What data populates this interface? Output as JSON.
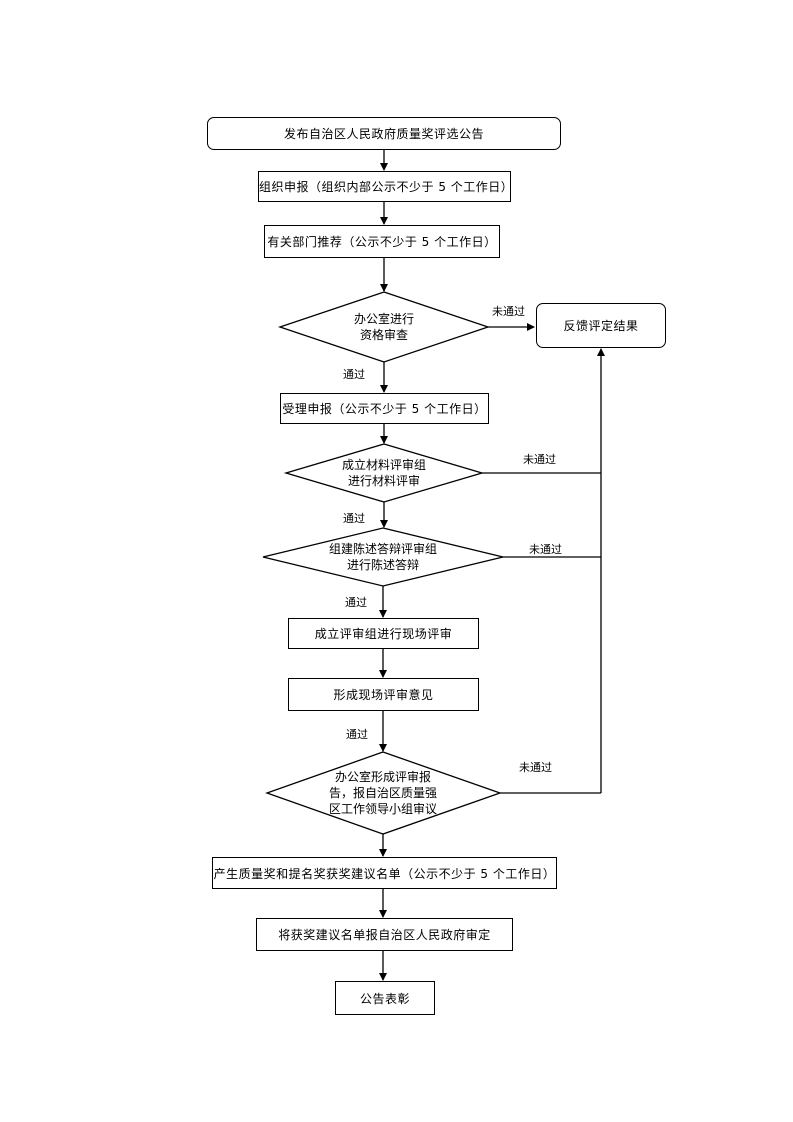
{
  "nodes": {
    "publish": "发布自治区人民政府质量奖评选公告",
    "org_apply": "组织申报（组织内部公示不少于 5 个工作日）",
    "dept_recommend": "有关部门推荐（公示不少于 5 个工作日）",
    "office_review": [
      "办公室进行",
      "资格审查"
    ],
    "feedback": "反馈评定结果",
    "accept_apply": "受理申报（公示不少于 5 个工作日）",
    "material_review": [
      "成立材料评审组",
      "进行材料评审"
    ],
    "defense_review": [
      "组建陈述答辩评审组",
      "进行陈述答辩"
    ],
    "site_review": "成立评审组进行现场评审",
    "site_opinion": "形成现场评审意见",
    "final_report": [
      "办公室形成评审报",
      "告，报自治区质量强",
      "区工作领导小组审议"
    ],
    "nominate": "产生质量奖和提名奖获奖建议名单（公示不少于 5 个工作日）",
    "gov_approve": "将获奖建议名单报自治区人民政府审定",
    "announce": "公告表彰"
  },
  "labels": {
    "pass": "通过",
    "fail": "未通过"
  }
}
